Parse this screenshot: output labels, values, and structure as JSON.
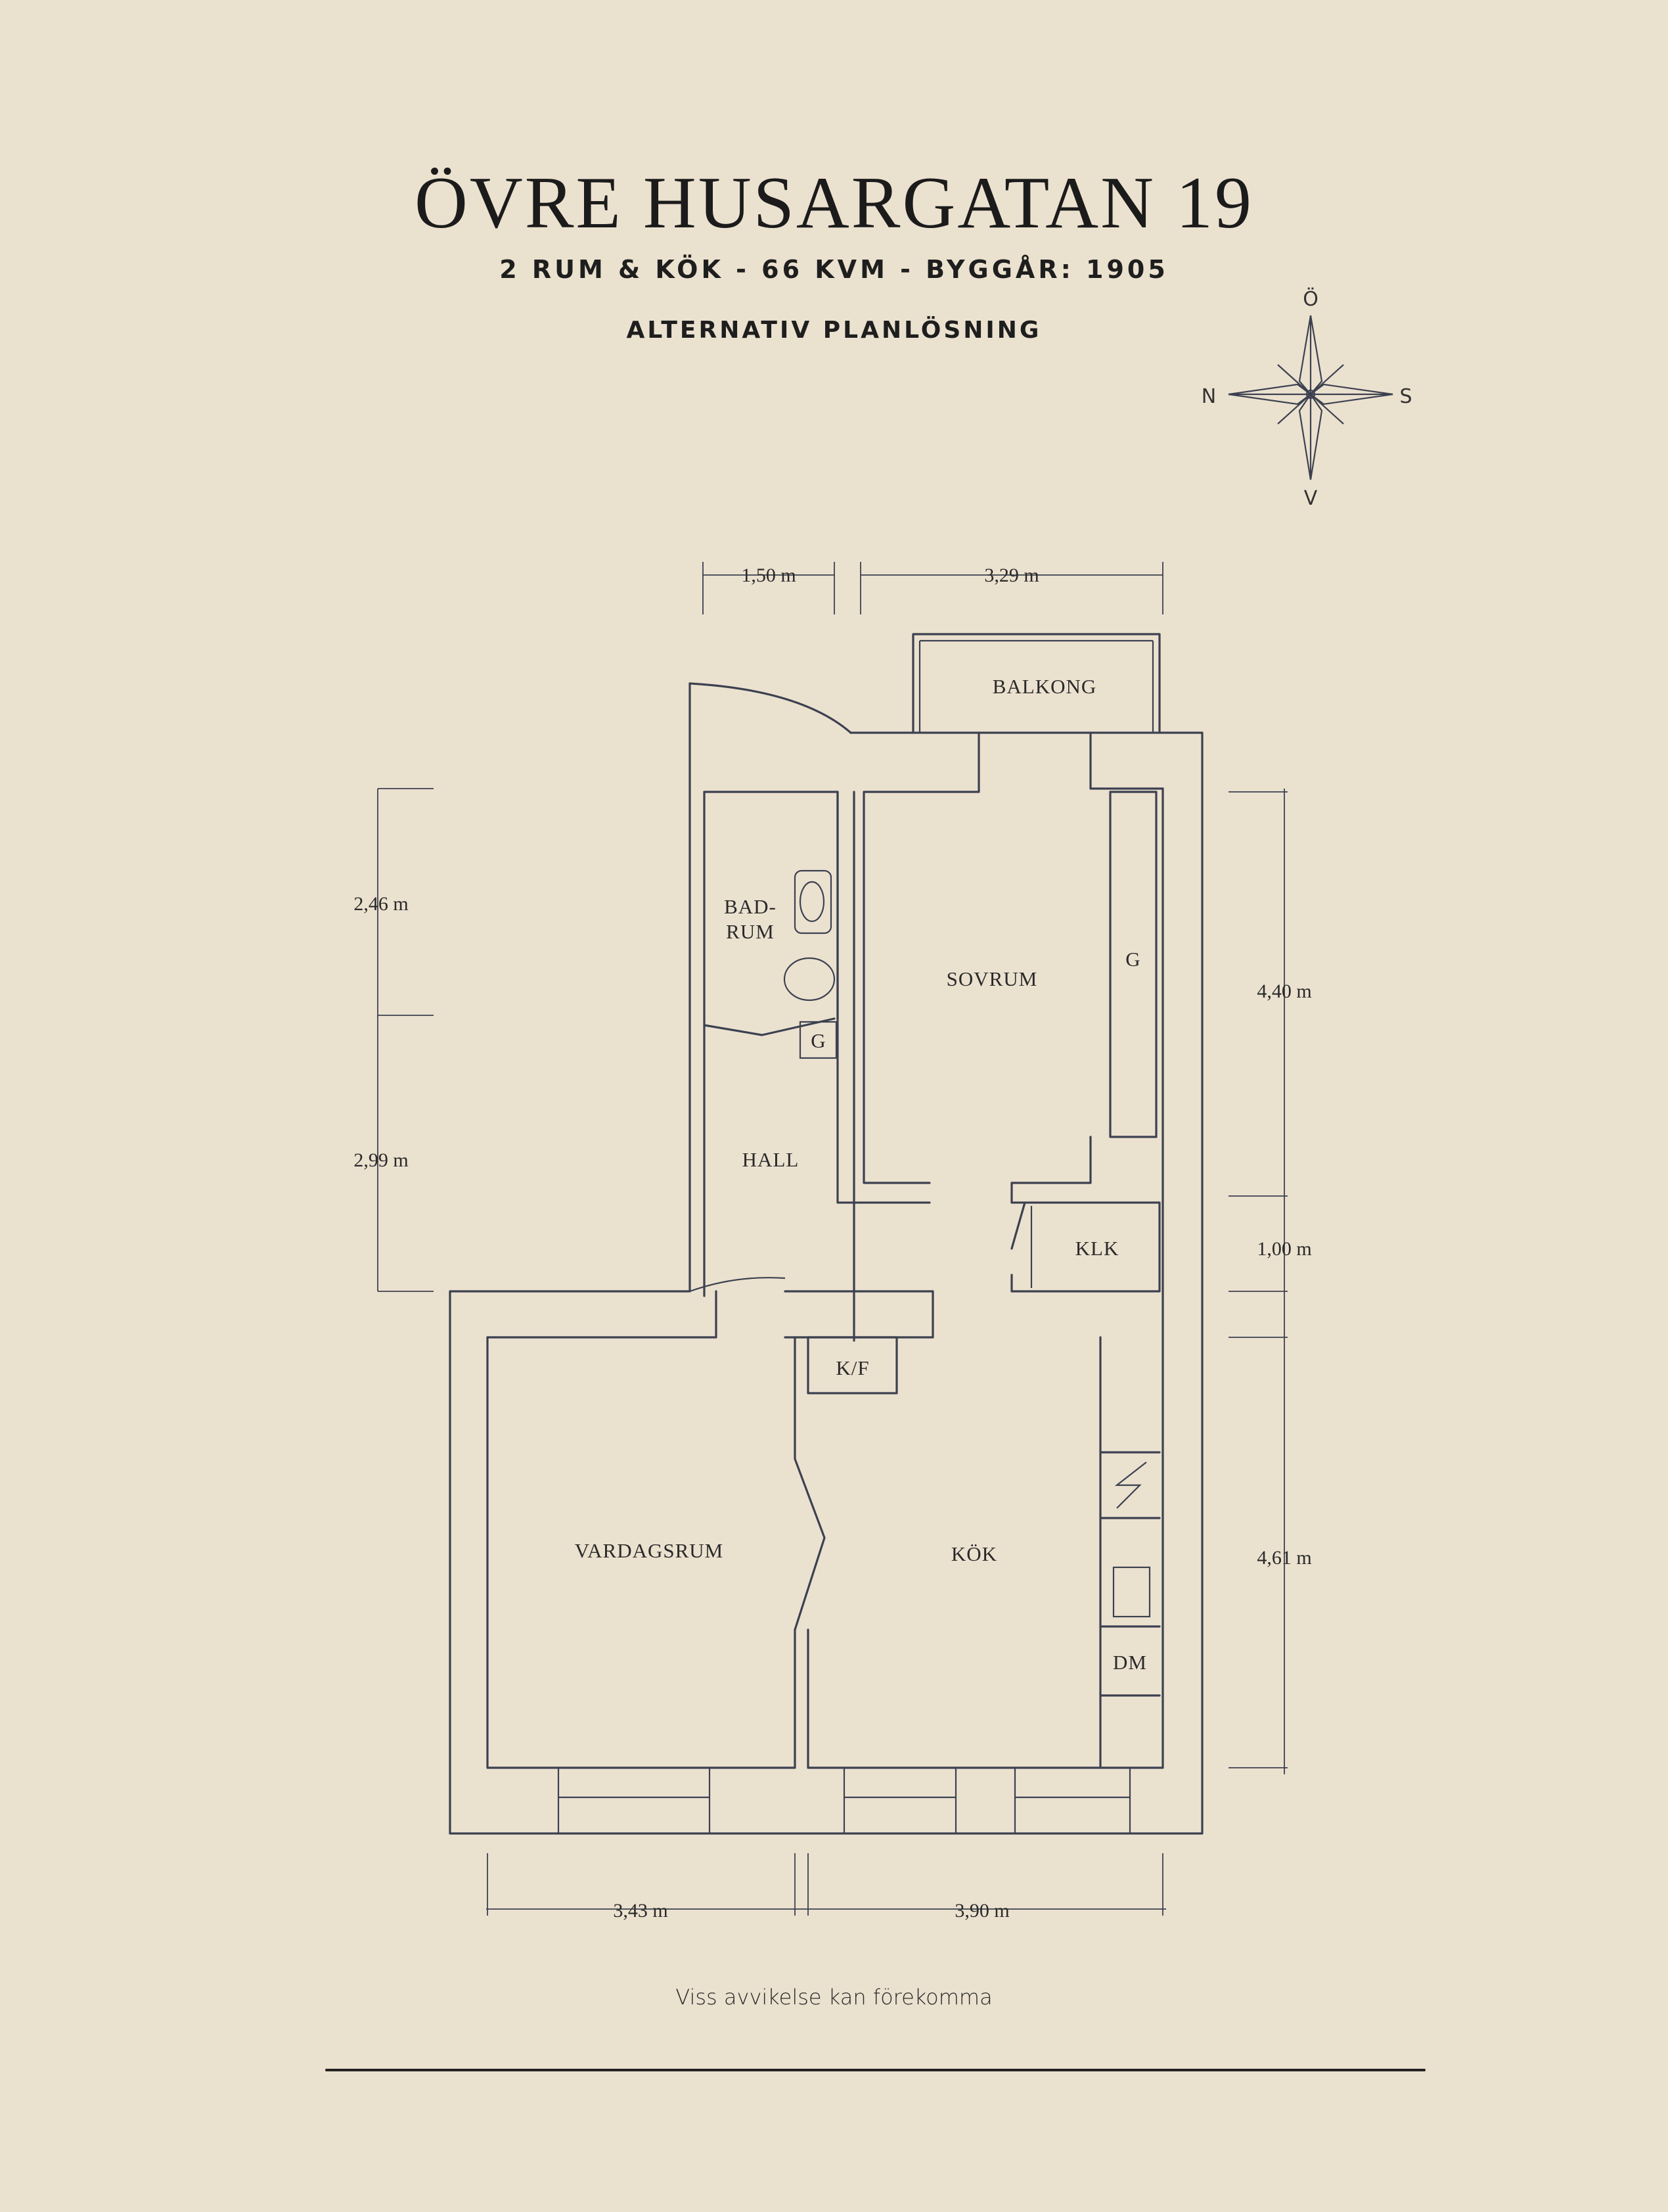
{
  "header": {
    "title": "ÖVRE HUSARGATAN 19",
    "subtitle": "2 RUM & KÖK  -  66 KVM  -  BYGGÅR: 1905",
    "plan_type": "ALTERNATIV PLANLÖSNING"
  },
  "compass": {
    "north": "N",
    "east": "Ö",
    "south": "S",
    "west": "V"
  },
  "rooms": {
    "balkong": "BALKONG",
    "badrum_1": "BAD-",
    "badrum_2": "RUM",
    "sovrum": "SOVRUM",
    "g_sovrum": "G",
    "g_hall": "G",
    "hall": "HALL",
    "klk": "KLK",
    "kf": "K/F",
    "vardagsrum": "VARDAGSRUM",
    "kok": "KÖK",
    "dm": "DM"
  },
  "dimensions": {
    "top_left": "1,50 m",
    "top_right": "3,29 m",
    "left_upper": "2,46 m",
    "left_lower": "2,99 m",
    "right_upper": "4,40 m",
    "right_middle": "1,00 m",
    "right_lower": "4,61 m",
    "bottom_left": "3,43 m",
    "bottom_right": "3,90 m"
  },
  "footer": {
    "disclaimer": "Viss avvikelse kan förekomma"
  }
}
